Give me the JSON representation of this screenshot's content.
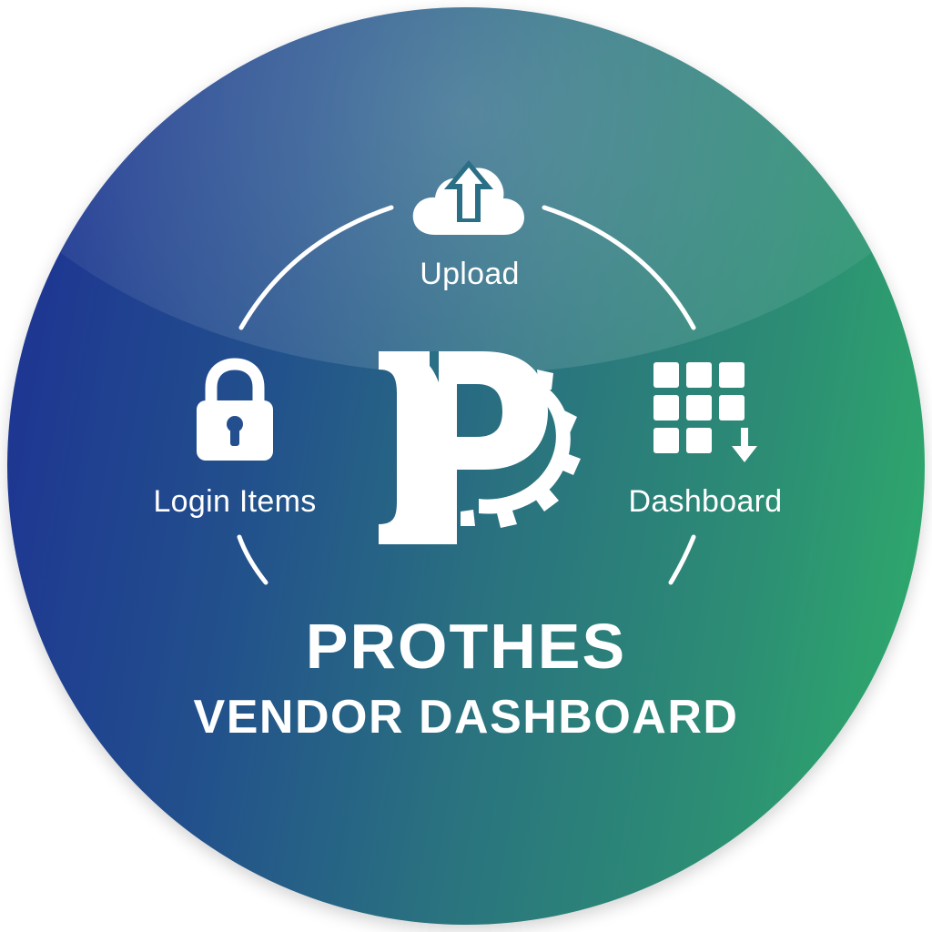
{
  "brand": {
    "name": "PROTHES",
    "subtitle": "VENDOR DASHBOARD"
  },
  "features": [
    {
      "label": "Upload",
      "icon": "cloud-upload-icon"
    },
    {
      "label": "Login Items",
      "icon": "padlock-icon"
    },
    {
      "label": "Dashboard",
      "icon": "grid-download-icon"
    }
  ],
  "logo": {
    "icon": "p-gear-logo-icon"
  },
  "colors": {
    "gradient_start": "#1d2f94",
    "gradient_end": "#2fb06a",
    "foreground": "#ffffff"
  }
}
